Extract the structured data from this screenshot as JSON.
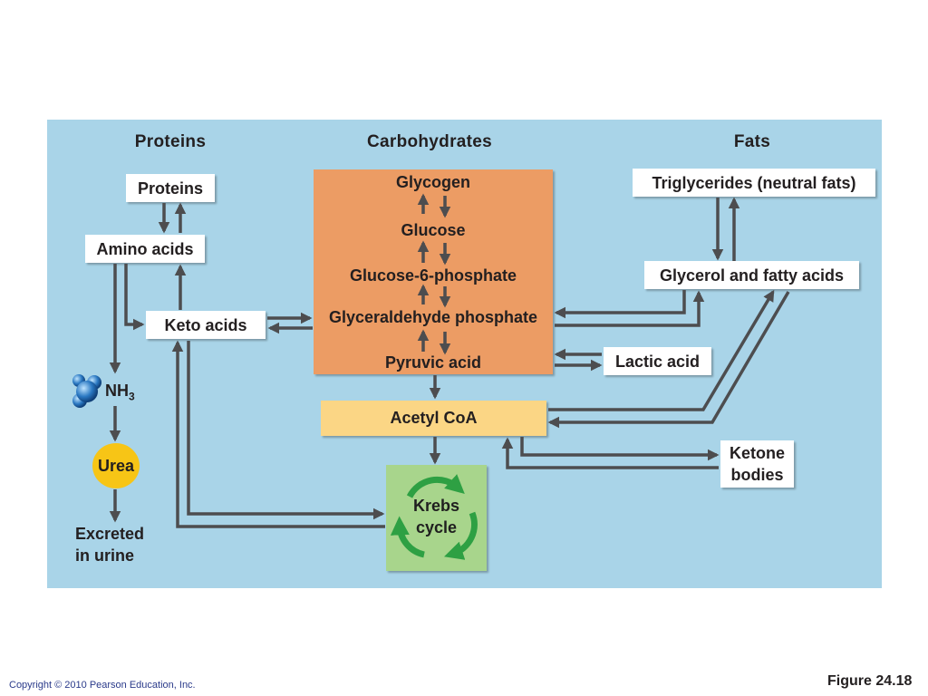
{
  "headers": {
    "proteins": "Proteins",
    "carbohydrates": "Carbohydrates",
    "fats": "Fats"
  },
  "proteins_column": {
    "proteins": "Proteins",
    "amino_acids": "Amino acids",
    "keto_acids": "Keto acids",
    "nh3_main": "NH",
    "nh3_sub": "3",
    "urea": "Urea",
    "excreted_line1": "Excreted",
    "excreted_line2": "in urine"
  },
  "carbohydrates_column": {
    "glycogen": "Glycogen",
    "glucose": "Glucose",
    "glucose_6_phosphate": "Glucose-6-phosphate",
    "glyceraldehyde_phosphate": "Glyceraldehyde phosphate",
    "pyruvic_acid": "Pyruvic acid",
    "acetyl_coa": "Acetyl CoA",
    "krebs_line1": "Krebs",
    "krebs_line2": "cycle"
  },
  "fats_column": {
    "triglycerides": "Triglycerides (neutral fats)",
    "glycerol_fatty_acids": "Glycerol and fatty acids",
    "lactic_acid": "Lactic acid",
    "ketone_line1": "Ketone",
    "ketone_line2": "bodies"
  },
  "footer": {
    "copyright": "Copyright © 2010 Pearson Education, Inc.",
    "figure": "Figure 24.18"
  },
  "colors": {
    "panel": "#a9d4e8",
    "carbohydrate_block": "#ec9c64",
    "acetyl_coa": "#fbd685",
    "krebs_box": "#a8d58c",
    "krebs_arrows": "#2ea043",
    "urea": "#f7c516",
    "arrow": "#4d4d4f",
    "molecule": "#2a78c2"
  }
}
